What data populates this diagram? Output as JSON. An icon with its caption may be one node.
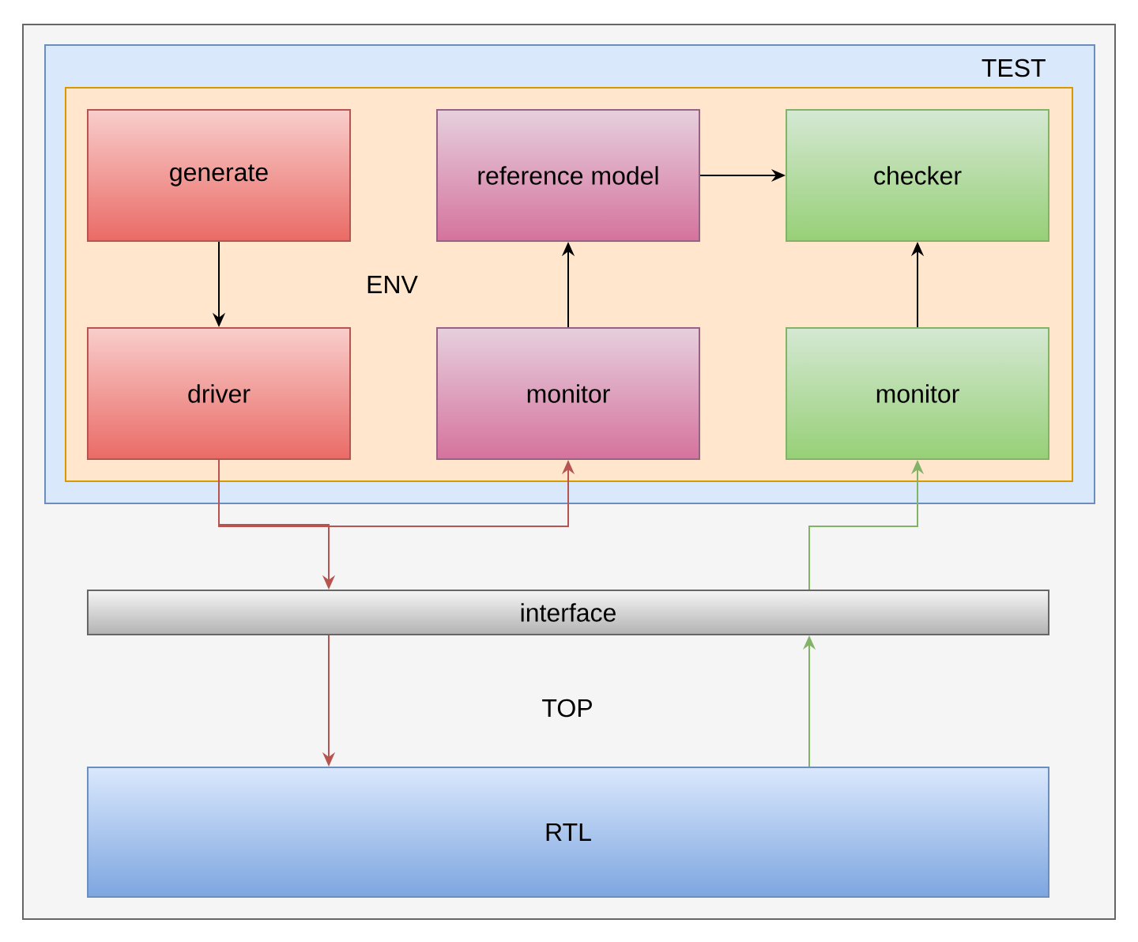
{
  "diagram": {
    "nodes": [
      {
        "text": [
          "TOP"
        ]
      },
      {
        "text": [
          "TEST"
        ],
        "in": 0
      },
      {
        "text": [
          "ENV"
        ],
        "in": 1
      },
      {
        "text": [
          "generate"
        ],
        "in": 2
      },
      {
        "text": [
          "reference model"
        ],
        "in": 2
      },
      {
        "text": [
          "checker"
        ],
        "in": 2
      },
      {
        "text": [
          "driver"
        ],
        "in": 2
      },
      {
        "text": [
          "monitor"
        ],
        "in": 2
      },
      {
        "text": [
          "monitor"
        ],
        "in": 2
      },
      {
        "text": [
          "interface"
        ],
        "in": 0
      },
      {
        "text": [
          "RTL"
        ],
        "in": 0
      }
    ],
    "edges": [
      {
        "from": 3,
        "to": 6,
        "arrow": "to"
      },
      {
        "from": 7,
        "to": 4,
        "arrow": "to"
      },
      {
        "from": 4,
        "to": 5,
        "arrow": "to"
      },
      {
        "from": 8,
        "to": 5,
        "arrow": "to"
      },
      {
        "from": 6,
        "to": 9,
        "arrow": "to",
        "color": "#b85450"
      },
      {
        "from": 6,
        "to": 7,
        "arrow": "to",
        "color": "#b85450"
      },
      {
        "from": 9,
        "to": 10,
        "arrow": "to",
        "color": "#b85450"
      },
      {
        "from": 10,
        "to": 9,
        "arrow": "to",
        "color": "#82b366"
      },
      {
        "from": 9,
        "to": 8,
        "arrow": "to",
        "color": "#82b366"
      }
    ]
  }
}
